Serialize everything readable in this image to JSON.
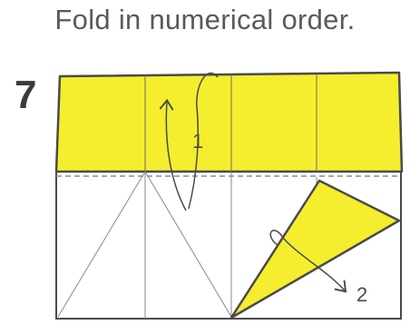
{
  "instruction": "Fold in numerical order.",
  "step_number": "7",
  "fold_labels": [
    "1",
    "2"
  ],
  "colors": {
    "paper_front": "#f5ee2e",
    "paper_back": "#ffffff",
    "line": "#4a4a4a",
    "text": "#5a5a5a"
  },
  "icons": [
    "fold-arrow-1-icon",
    "fold-arrow-2-icon"
  ]
}
